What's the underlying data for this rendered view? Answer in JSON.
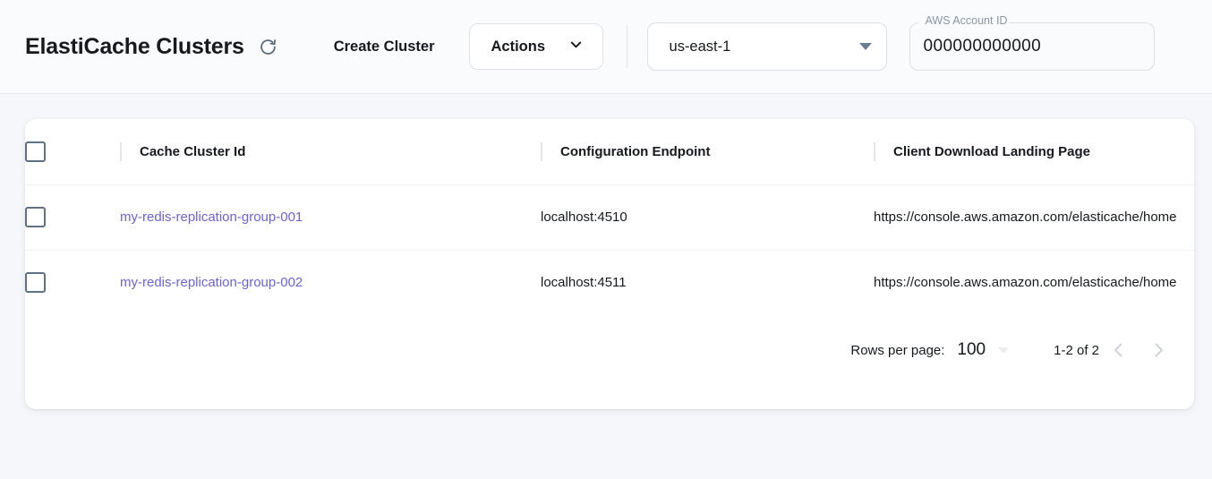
{
  "header": {
    "title": "ElastiCache Clusters",
    "refresh_icon": "refresh-icon",
    "create_cluster_label": "Create Cluster",
    "actions_label": "Actions",
    "actions_caret_icon": "chevron-down-icon",
    "region": {
      "value": "us-east-1",
      "caret_icon": "triangle-down-icon"
    },
    "account": {
      "label": "AWS Account ID",
      "value": "000000000000"
    }
  },
  "table": {
    "columns": [
      {
        "key": "id",
        "label": "Cache Cluster Id"
      },
      {
        "key": "ep",
        "label": "Configuration Endpoint"
      },
      {
        "key": "url",
        "label": "Client Download Landing Page"
      }
    ],
    "rows": [
      {
        "id": "my-redis-replication-group-001",
        "endpoint": "localhost:4510",
        "url": "https://console.aws.amazon.com/elasticache/home"
      },
      {
        "id": "my-redis-replication-group-002",
        "endpoint": "localhost:4511",
        "url": "https://console.aws.amazon.com/elasticache/home"
      }
    ]
  },
  "pagination": {
    "rows_per_page_label": "Rows per page:",
    "rows_per_page_value": "100",
    "range_label": "1-2 of 2",
    "prev_icon": "chevron-left-icon",
    "next_icon": "chevron-right-icon"
  },
  "colors": {
    "page_background": "#f5f7fa",
    "card_background": "#ffffff",
    "link": "#6c63d8",
    "checkbox_border": "#5f7183",
    "refresh_icon": "#5a6a7d"
  }
}
